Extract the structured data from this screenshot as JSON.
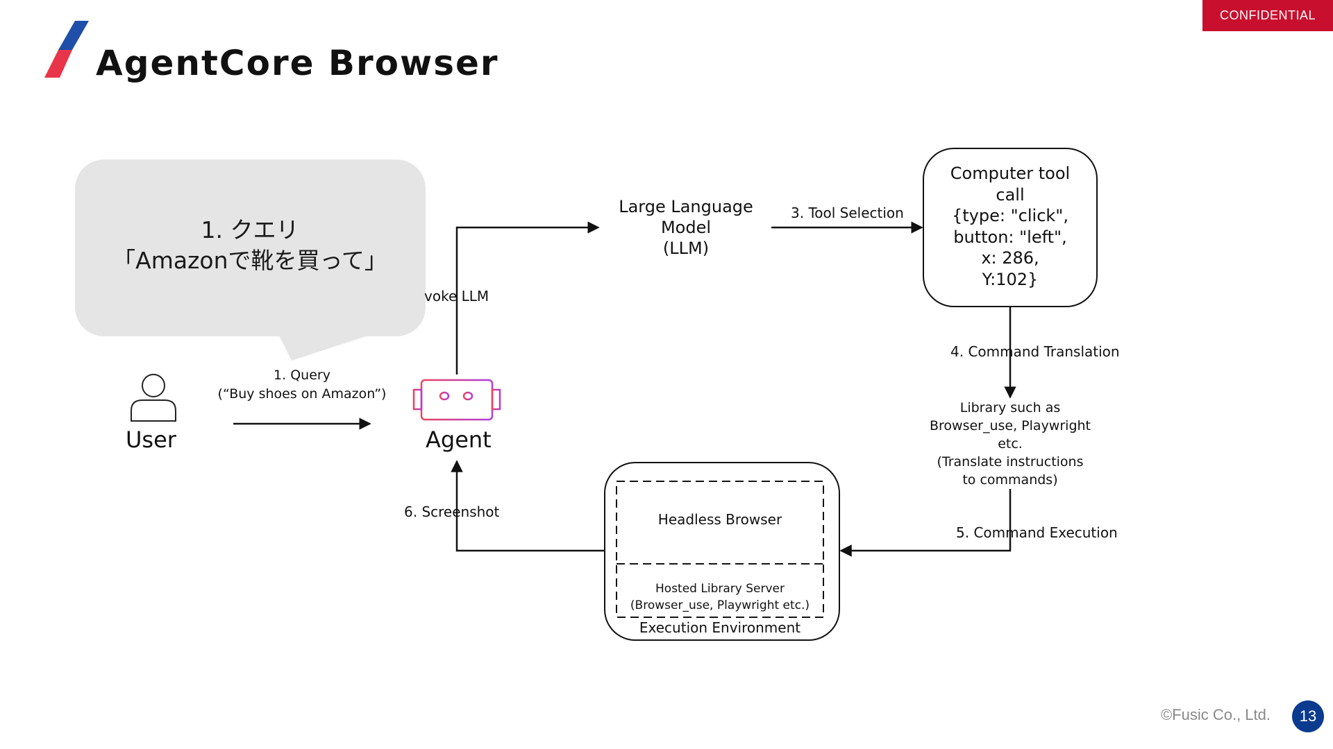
{
  "header": {
    "title": "AgentCore Browser",
    "confidential_label": "CONFIDENTIAL"
  },
  "speech_bubble": {
    "line1": "1. クエリ",
    "line2": "「Amazonで靴を買って」"
  },
  "nodes": {
    "user": "User",
    "agent": "Agent",
    "llm": [
      "Large Language",
      "Model",
      "(LLM)"
    ],
    "tool_call": [
      "Computer tool",
      "call",
      "{type: \"click\",",
      "button: \"left\",",
      "x: 286,",
      "Y:102}"
    ],
    "library": [
      "Library such as",
      "Browser_use, Playwright",
      "etc.",
      "(Translate instructions",
      "to commands)"
    ],
    "headless_browser": "Headless Browser",
    "hosted_library": [
      "Hosted Library Server",
      "(Browser_use, Playwright etc.)"
    ],
    "execution_env": "Execution Environment"
  },
  "edges": {
    "query": [
      "1. Query",
      "(“Buy shoes on Amazon”)"
    ],
    "invoke_llm": "voke LLM",
    "tool_selection": "3. Tool Selection",
    "command_translation": "4. Command Translation",
    "command_execution": "5. Command Execution",
    "screenshot": "6. Screenshot"
  },
  "footer": {
    "copyright": "©Fusic Co., Ltd.",
    "page_number": "13"
  },
  "colors": {
    "accent_red": "#c8102e",
    "accent_blue": "#1f4fa8",
    "page_badge": "#0b3b8f",
    "bubble": "#e5e5e5",
    "agent_gradient_start": "#e8455a",
    "agent_gradient_end": "#b13be0"
  },
  "icons": {
    "logo": "diagonal-slash-logo",
    "user": "user-icon",
    "agent": "robot-icon"
  }
}
